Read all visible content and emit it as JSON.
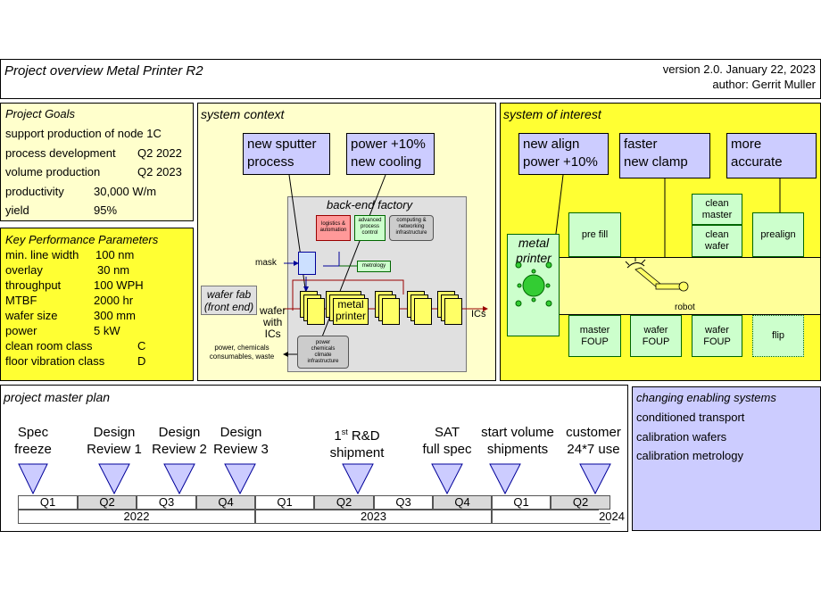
{
  "header": {
    "title": "Project overview Metal Printer R2",
    "version": "version 2.0. January 22, 2023",
    "author": "author: Gerrit Muller"
  },
  "goals": {
    "title": "Project Goals",
    "support": "support production of node 1C",
    "rows": [
      {
        "label": "process development",
        "value": "Q2 2022"
      },
      {
        "label": "volume production",
        "value": "Q2 2023"
      },
      {
        "label": "productivity",
        "value": "30,000 W/m"
      },
      {
        "label": "yield",
        "value": "95%"
      }
    ]
  },
  "kpp": {
    "title": "Key Performance Parameters",
    "rows": [
      {
        "label": "min. line width",
        "value": "100 nm"
      },
      {
        "label": "overlay",
        "value": "30 nm"
      },
      {
        "label": "throughput",
        "value": "100 WPH"
      },
      {
        "label": "MTBF",
        "value": "2000 hr"
      },
      {
        "label": "wafer size",
        "value": "300 mm"
      },
      {
        "label": "power",
        "value": "5 kW"
      },
      {
        "label": "clean room class",
        "value": "C"
      },
      {
        "label": "floor vibration class",
        "value": "D"
      }
    ]
  },
  "context": {
    "title": "system context",
    "callout1_l1": "new sputter",
    "callout1_l2": "process",
    "callout2_l1": "power +10%",
    "callout2_l2": "new cooling",
    "factory_title": "back-end factory",
    "logistics": "logistics & automation",
    "advanced": "advanced process control",
    "computing": "computing & networking infrastructure",
    "metrology": "metrology",
    "mask": "mask",
    "wafer_fab_l1": "wafer fab",
    "wafer_fab_l2": "(front end)",
    "wafer_with_l1": "wafer",
    "wafer_with_l2": "with",
    "wafer_with_l3": "ICs",
    "metal_printer_l1": "metal",
    "metal_printer_l2": "printer",
    "ics": "ICs",
    "consumables_l1": "power, chemicals",
    "consumables_l2": "consumables, waste",
    "infra": "power chemicals climate infrastructure"
  },
  "soi": {
    "title": "system of interest",
    "callout1_l1": "new align",
    "callout1_l2": "power +10%",
    "callout2_l1": "faster",
    "callout2_l2": "new clamp",
    "callout3_l1": "more",
    "callout3_l2": "accurate",
    "clean_master": "clean master",
    "clean_wafer": "clean wafer",
    "prefill": "pre fill",
    "prealign": "prealign",
    "metal_printer_l1": "metal",
    "metal_printer_l2": "printer",
    "robot": "robot",
    "master_foup": "master FOUP",
    "wafer_foup1": "wafer FOUP",
    "wafer_foup2": "wafer FOUP",
    "flip": "flip"
  },
  "plan": {
    "title": "project master plan",
    "milestones": [
      {
        "l1": "Spec",
        "l2": "freeze"
      },
      {
        "l1": "Design",
        "l2": "Review 1"
      },
      {
        "l1": "Design",
        "l2": "Review 2"
      },
      {
        "l1": "Design",
        "l2": "Review 3"
      },
      {
        "l1": "1st R&D",
        "l2": "shipment"
      },
      {
        "l1": "SAT",
        "l2": "full spec"
      },
      {
        "l1": "start volume",
        "l2": "shipments"
      },
      {
        "l1": "customer",
        "l2": "24*7 use"
      }
    ],
    "quarters": [
      "Q1",
      "Q2",
      "Q3",
      "Q4",
      "Q1",
      "Q2",
      "Q3",
      "Q4",
      "Q1",
      "Q2"
    ],
    "years": [
      "2022",
      "2023",
      "2024"
    ]
  },
  "enabling": {
    "title": "changing enabling systems",
    "items": [
      "conditioned transport",
      "calibration wafers",
      "calibration metrology"
    ]
  },
  "colors": {
    "yellow_light": "#ffffcc",
    "yellow": "#ffff33",
    "lavender": "#ccccff",
    "green_light": "#ccffcc",
    "factory_gray": "#e0e0e0",
    "red_arrow": "#990000"
  }
}
